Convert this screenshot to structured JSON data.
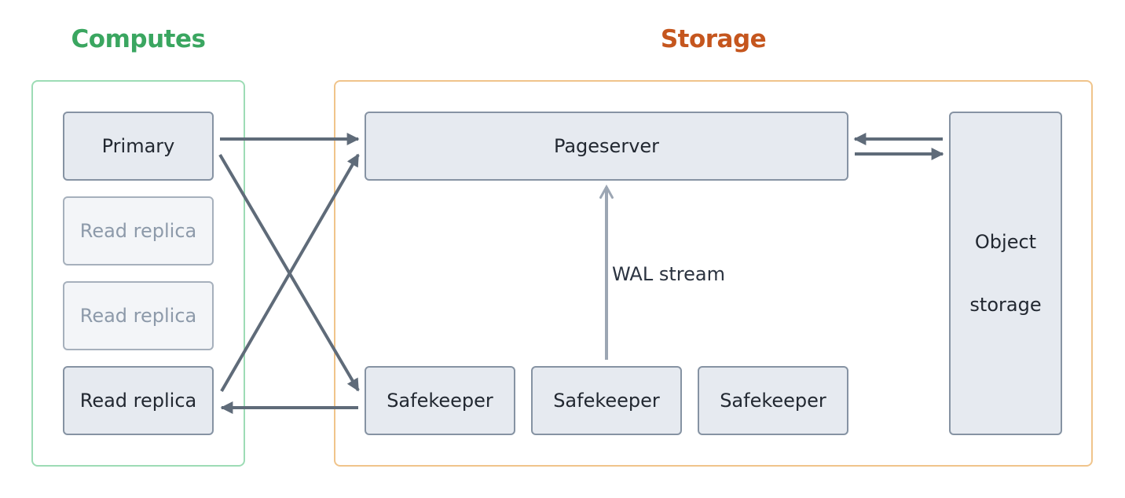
{
  "sections": {
    "computes": "Computes",
    "storage": "Storage"
  },
  "computes": {
    "primary": "Primary",
    "replicas": [
      "Read replica",
      "Read replica",
      "Read replica"
    ]
  },
  "storage": {
    "pageserver": "Pageserver",
    "safekeepers": [
      "Safekeeper",
      "Safekeeper",
      "Safekeeper"
    ],
    "object_storage": [
      "Object",
      "storage"
    ]
  },
  "labels": {
    "wal_stream": "WAL stream"
  },
  "colors": {
    "computes_title": "#3aa660",
    "computes_border": "#9ddcb5",
    "storage_title": "#c5561e",
    "storage_border": "#f0c48b",
    "node_fill": "#e6eaf0",
    "node_border": "#8693a3",
    "arrow": "#5f6b79",
    "wal_arrow": "#9ca6b3"
  }
}
